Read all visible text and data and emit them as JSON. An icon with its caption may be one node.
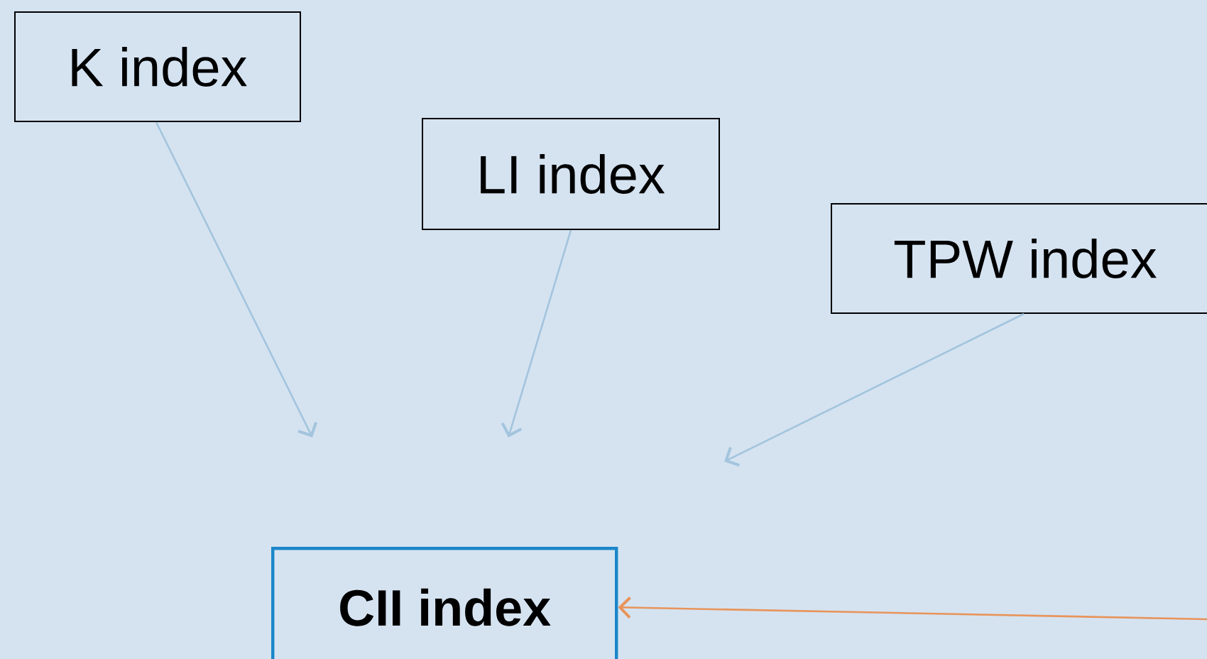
{
  "diagram": {
    "nodes": [
      {
        "text": [
          "K index"
        ]
      },
      {
        "text": [
          "LI index"
        ]
      },
      {
        "text": [
          "TPW index"
        ]
      },
      {
        "text": [
          "CII index"
        ]
      }
    ],
    "edges": [
      {
        "from": 0,
        "to": null,
        "arrow": "to"
      },
      {
        "from": 1,
        "to": null,
        "arrow": "to"
      },
      {
        "from": 2,
        "to": null,
        "arrow": "to"
      },
      {
        "from": null,
        "to": 3,
        "arrow": "to",
        "color": "#e8945a"
      }
    ]
  }
}
